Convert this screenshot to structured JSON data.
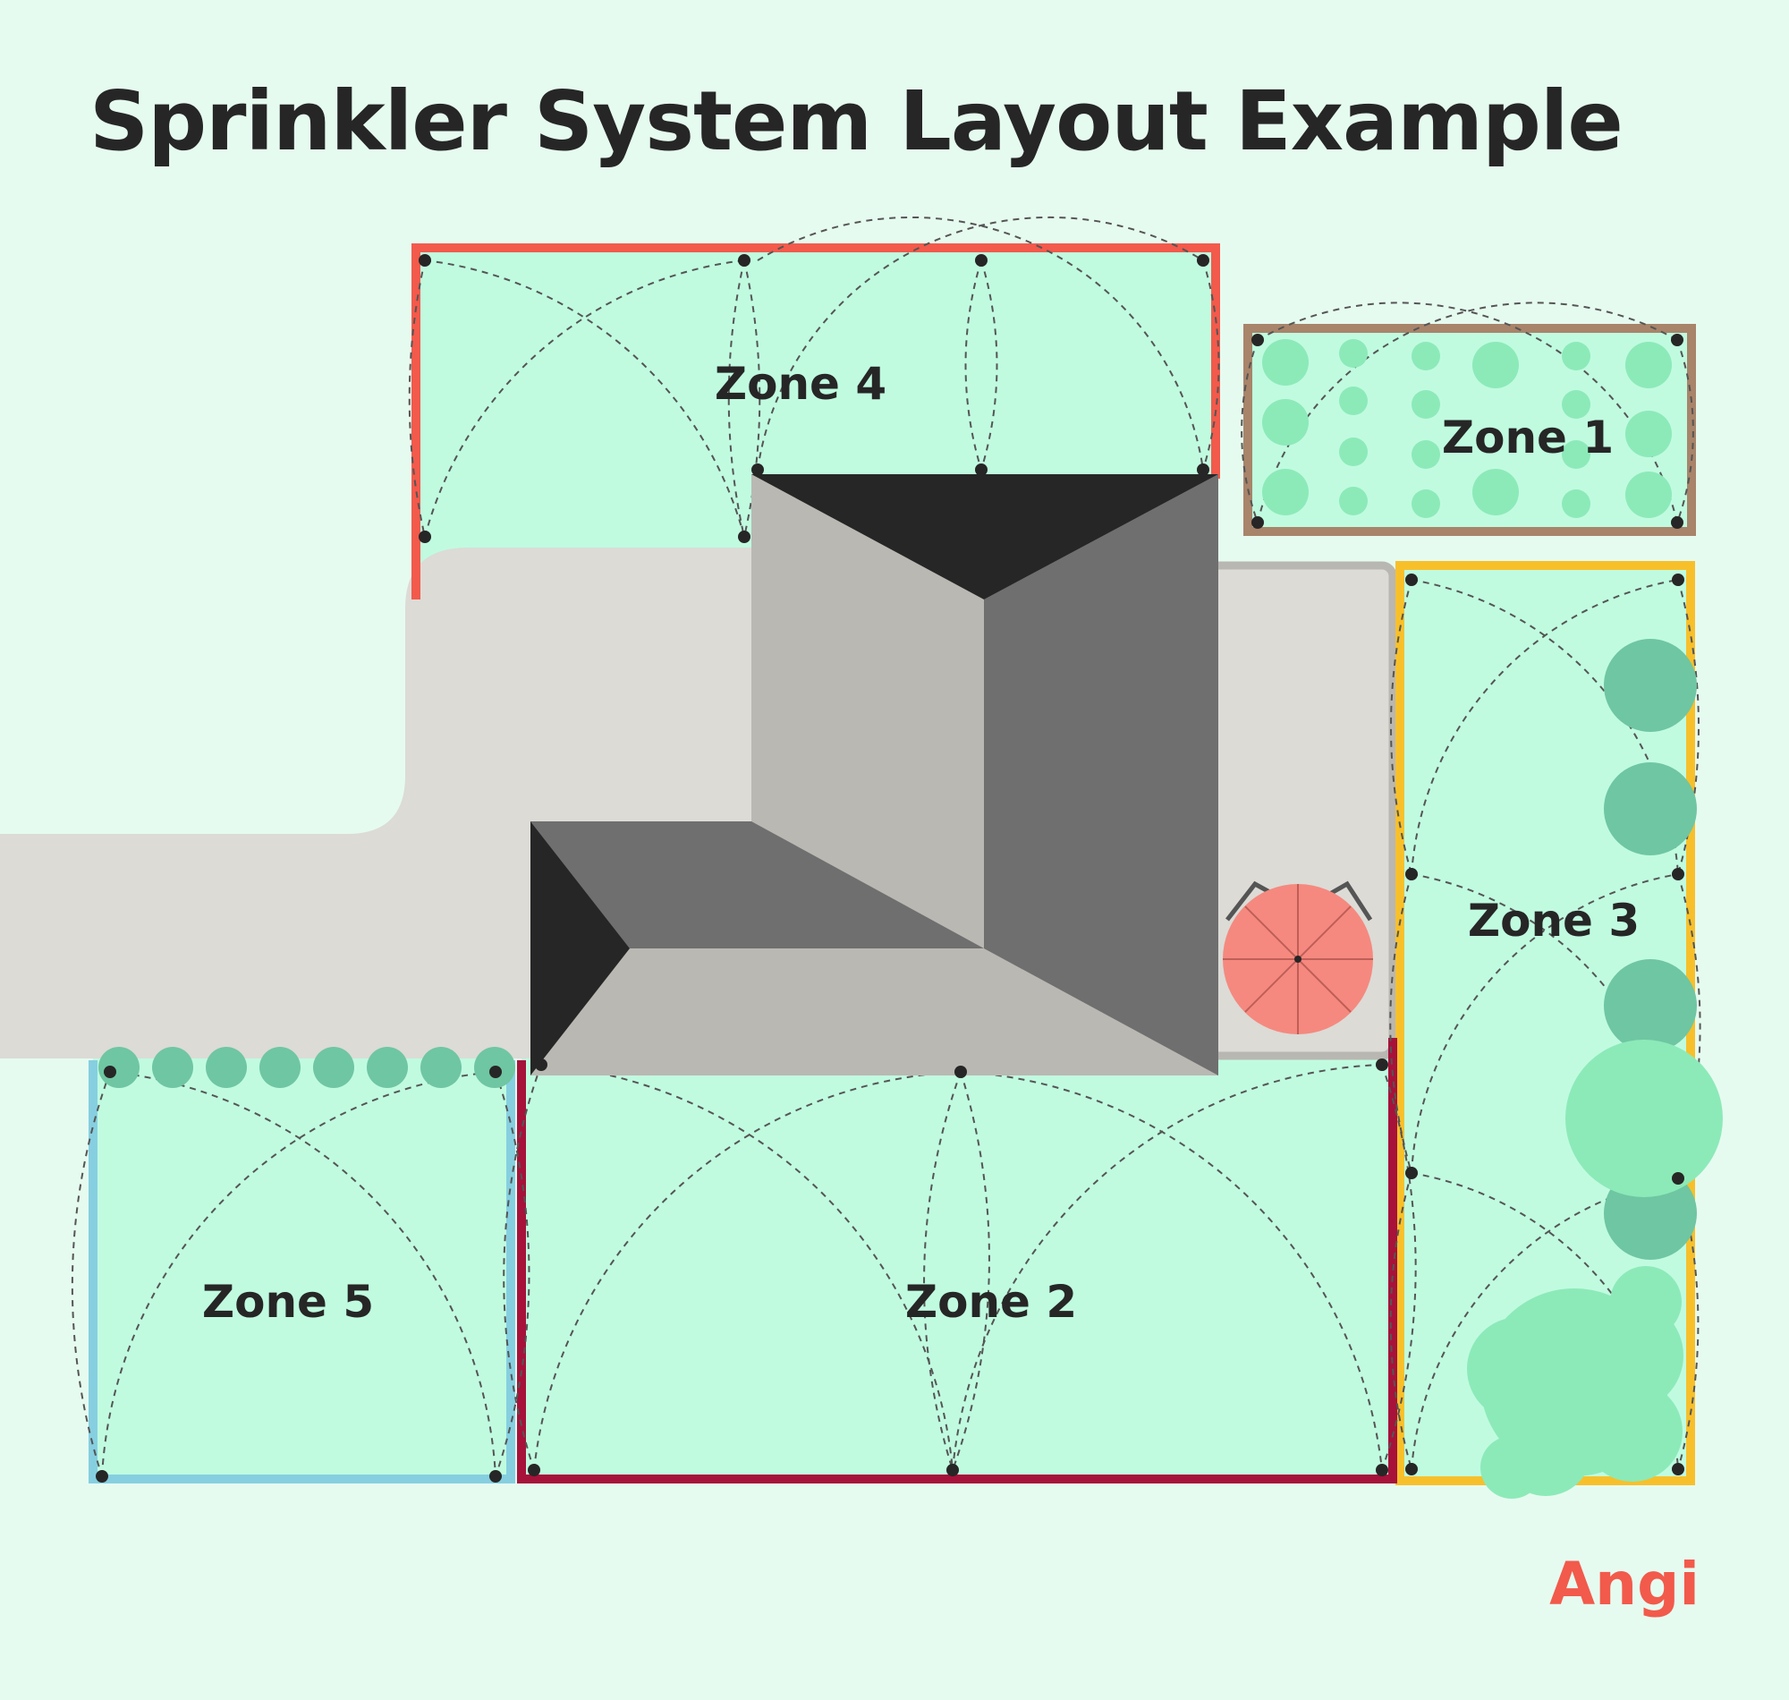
{
  "title": "Sprinkler System Layout Example",
  "brand": "Angi",
  "zones": [
    {
      "id": "zone-1",
      "label": "Zone 1",
      "border_color": "#a8846a"
    },
    {
      "id": "zone-2",
      "label": "Zone 2",
      "border_color": "#a6123a"
    },
    {
      "id": "zone-3",
      "label": "Zone 3",
      "border_color": "#f7c02b"
    },
    {
      "id": "zone-4",
      "label": "Zone 4",
      "border_color": "#f25a4b"
    },
    {
      "id": "zone-5",
      "label": "Zone 5",
      "border_color": "#86cfe0"
    }
  ],
  "colors": {
    "background": "#e6fbf0",
    "lawn": "#c0fbe0",
    "paving": "#dcdbd6",
    "roof_light": "#bab8b3",
    "roof_mid": "#6f6f6f",
    "roof_dark": "#262626",
    "shrub": "#6fc6a2",
    "plant_light": "#8ceab8",
    "umbrella": "#f5897f",
    "brand": "#f25a4b"
  }
}
